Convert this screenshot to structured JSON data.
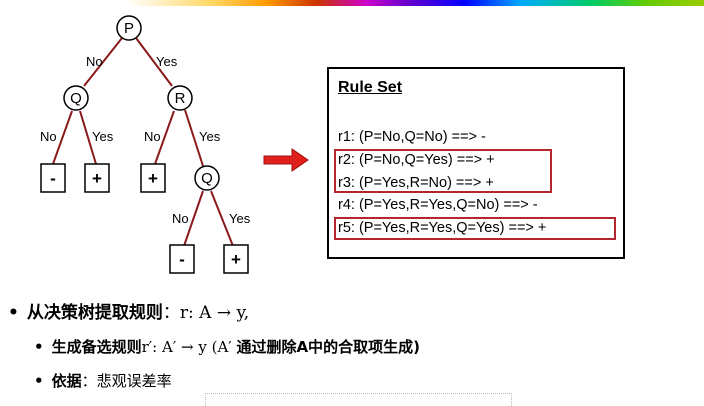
{
  "tree": {
    "nodes": {
      "root": "P",
      "left": "Q",
      "right": "R",
      "right_right": "Q"
    },
    "edges": {
      "root_left": "No",
      "root_right": "Yes",
      "q_left": "No",
      "q_right": "Yes",
      "r_left": "No",
      "r_right": "Yes",
      "q2_left": "No",
      "q2_right": "Yes"
    },
    "leaves": {
      "q_no": "-",
      "q_yes": "+",
      "r_no": "+",
      "q2_no": "-",
      "q2_yes": "+"
    },
    "edge_color": "#8b1a1a"
  },
  "rule_set": {
    "title": "Rule Set",
    "rules": [
      "r1: (P=No,Q=No) ==> -",
      "r2: (P=No,Q=Yes) ==> +",
      "r3: (P=Yes,R=No) ==> +",
      "r4: (P=Yes,R=Yes,Q=No) ==> -",
      "r5: (P=Yes,R=Yes,Q=Yes) ==> +"
    ],
    "highlight_color": "#b3262e"
  },
  "arrow_color": "#e0201a",
  "bullets": {
    "main": {
      "bold": "从决策树提取规则",
      "rest": "：r: A → y,"
    },
    "sub1": {
      "bold": "生成备选规则",
      "rest": "r′: A′ → y (A′ ",
      "tail": "通过删除A中的合取项生成)"
    },
    "sub2": {
      "bold": "依据",
      "rest": "：悲观误差率"
    }
  }
}
